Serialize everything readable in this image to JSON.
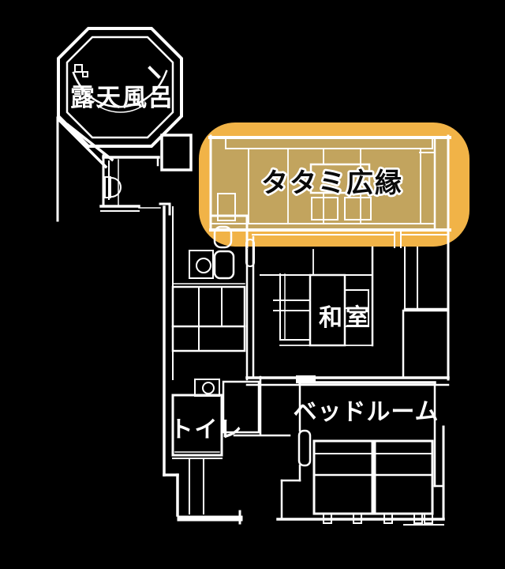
{
  "floorplan": {
    "type": "ryokan-guest-room-floor-plan",
    "labels": {
      "open_air_bath": "露天風呂",
      "tatami_veranda": "タタミ広縁",
      "japanese_room": "和室",
      "toilet": "トイレ",
      "bedroom": "ベッドルーム"
    },
    "highlight": {
      "target": "tatami_veranda"
    },
    "colors": {
      "background": "#000000",
      "line": "#ffffff",
      "highlight": "#f1b347",
      "highlight_room": "#c2a45e",
      "highlight_text": "#0a0a0a",
      "label_text": "#ffffff"
    }
  }
}
